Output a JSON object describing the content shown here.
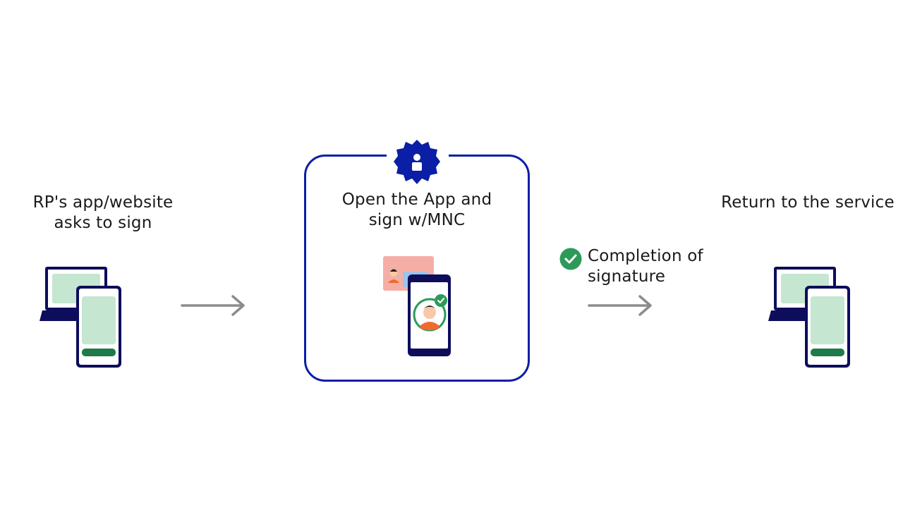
{
  "steps": [
    {
      "label": "RP's app/website\nasks to sign"
    },
    {
      "label": "Open the App and\nsign w/MNC"
    },
    {
      "label": "Return to the service"
    }
  ],
  "transition": {
    "label": "Completion of\nsignature"
  },
  "icons": {
    "device_left": "laptop-phone-icon",
    "device_right": "laptop-phone-icon",
    "badge": "lock-badge-icon",
    "id_card": "id-card-icon",
    "phone_face": "phone-face-verification-icon",
    "completion_check": "check-circle-icon",
    "arrow": "arrow-right-icon"
  },
  "colors": {
    "navy": "#0d0d5c",
    "brand_blue": "#0a1fa6",
    "device_screen": "#c5e6d0",
    "device_button": "#1f7a4a",
    "check_green": "#2d9a5a",
    "arrow_gray": "#8c8c8c",
    "card_pink": "#f5aea6",
    "shirt_orange": "#f06a2e"
  }
}
